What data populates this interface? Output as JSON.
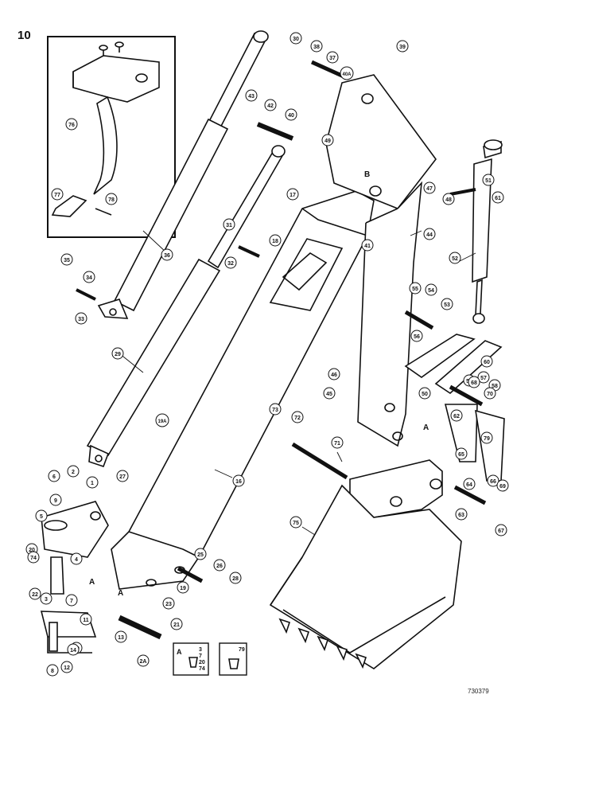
{
  "figure_number": "10",
  "reference_code": "730379",
  "callouts": [
    "1",
    "2",
    "2A",
    "3",
    "4",
    "5",
    "6",
    "7",
    "8",
    "9",
    "10",
    "11",
    "12",
    "13",
    "14",
    "16",
    "17",
    "18",
    "19",
    "19A",
    "20",
    "21",
    "22",
    "23",
    "25",
    "26",
    "27",
    "28",
    "29",
    "30",
    "31",
    "32",
    "33",
    "34",
    "35",
    "36",
    "37",
    "38",
    "39",
    "40",
    "40A",
    "41",
    "42",
    "43",
    "44",
    "45",
    "46",
    "47",
    "48",
    "49",
    "50",
    "51",
    "52",
    "53",
    "54",
    "55",
    "56",
    "57",
    "58",
    "59",
    "60",
    "61",
    "62",
    "63",
    "64",
    "65",
    "66",
    "67",
    "68",
    "69",
    "70",
    "71",
    "72",
    "73",
    "74",
    "75",
    "76",
    "77",
    "78",
    "79"
  ],
  "section_letters": [
    "A",
    "B"
  ],
  "legend_box_1": {
    "letter": "A",
    "numbers": [
      "3",
      "7",
      "20",
      "74"
    ]
  },
  "legend_box_2": {
    "number": "79"
  },
  "colors": {
    "line": "#111111",
    "background": "#ffffff"
  }
}
